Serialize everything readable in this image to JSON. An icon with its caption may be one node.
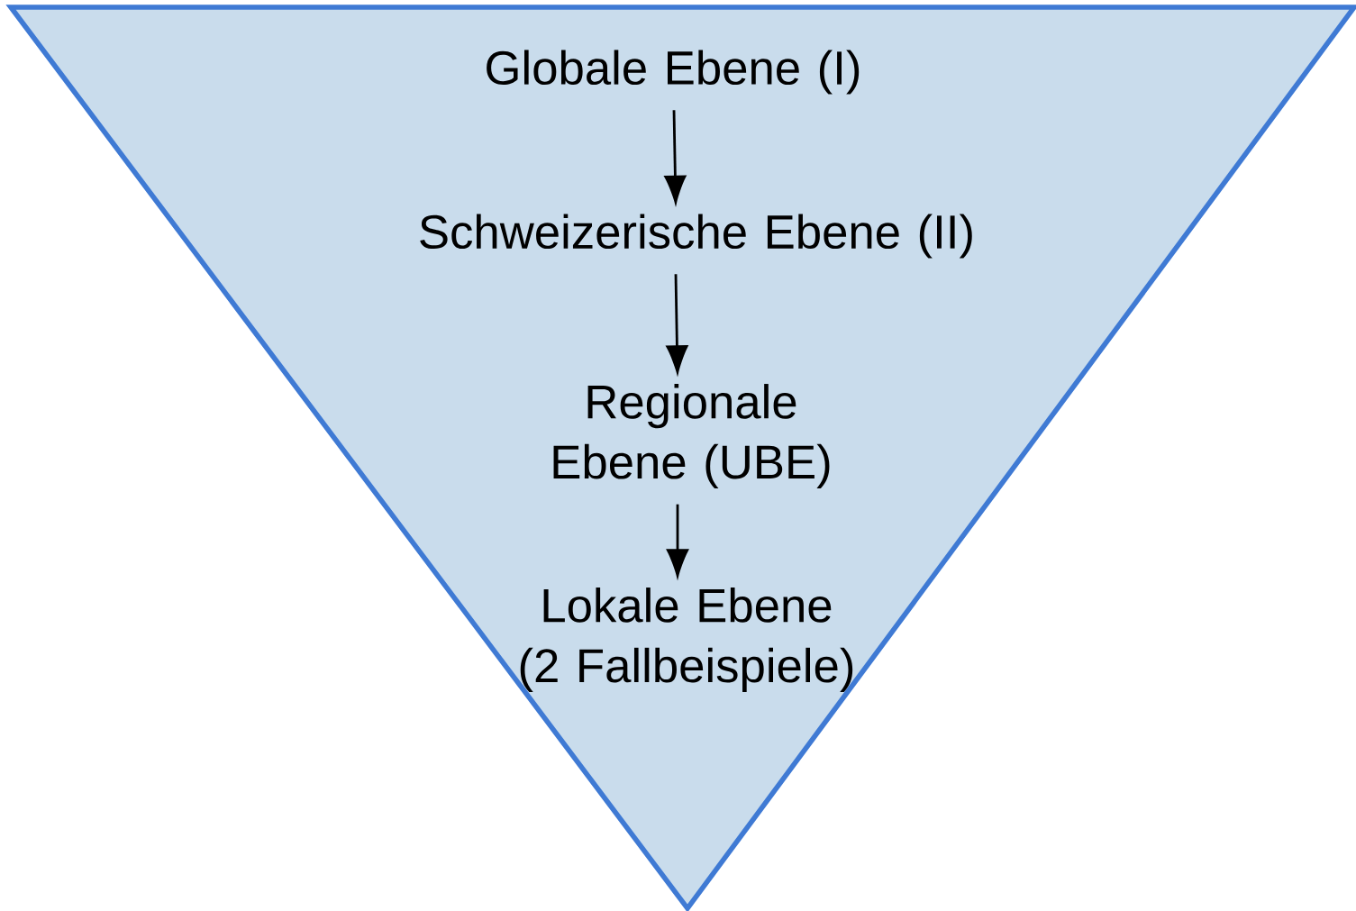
{
  "diagram": {
    "nodes": [
      {
        "text": [],
        "shape": "triangle"
      },
      {
        "text": [
          "Globale Ebene (I)"
        ],
        "in": 0
      },
      {
        "text": [
          "Schweizerische Ebene (II)"
        ],
        "in": 0
      },
      {
        "text": [
          "Regionale Ebene (UBE)"
        ],
        "in": 0
      },
      {
        "text": [
          "Lokale Ebene (2 Fallbeispiele)"
        ],
        "in": 0
      }
    ],
    "edges": [
      {
        "from": 1,
        "to": 2,
        "arrow": "to"
      },
      {
        "from": 2,
        "to": 3,
        "arrow": "to"
      },
      {
        "from": 3,
        "to": 4,
        "arrow": "to"
      }
    ]
  }
}
